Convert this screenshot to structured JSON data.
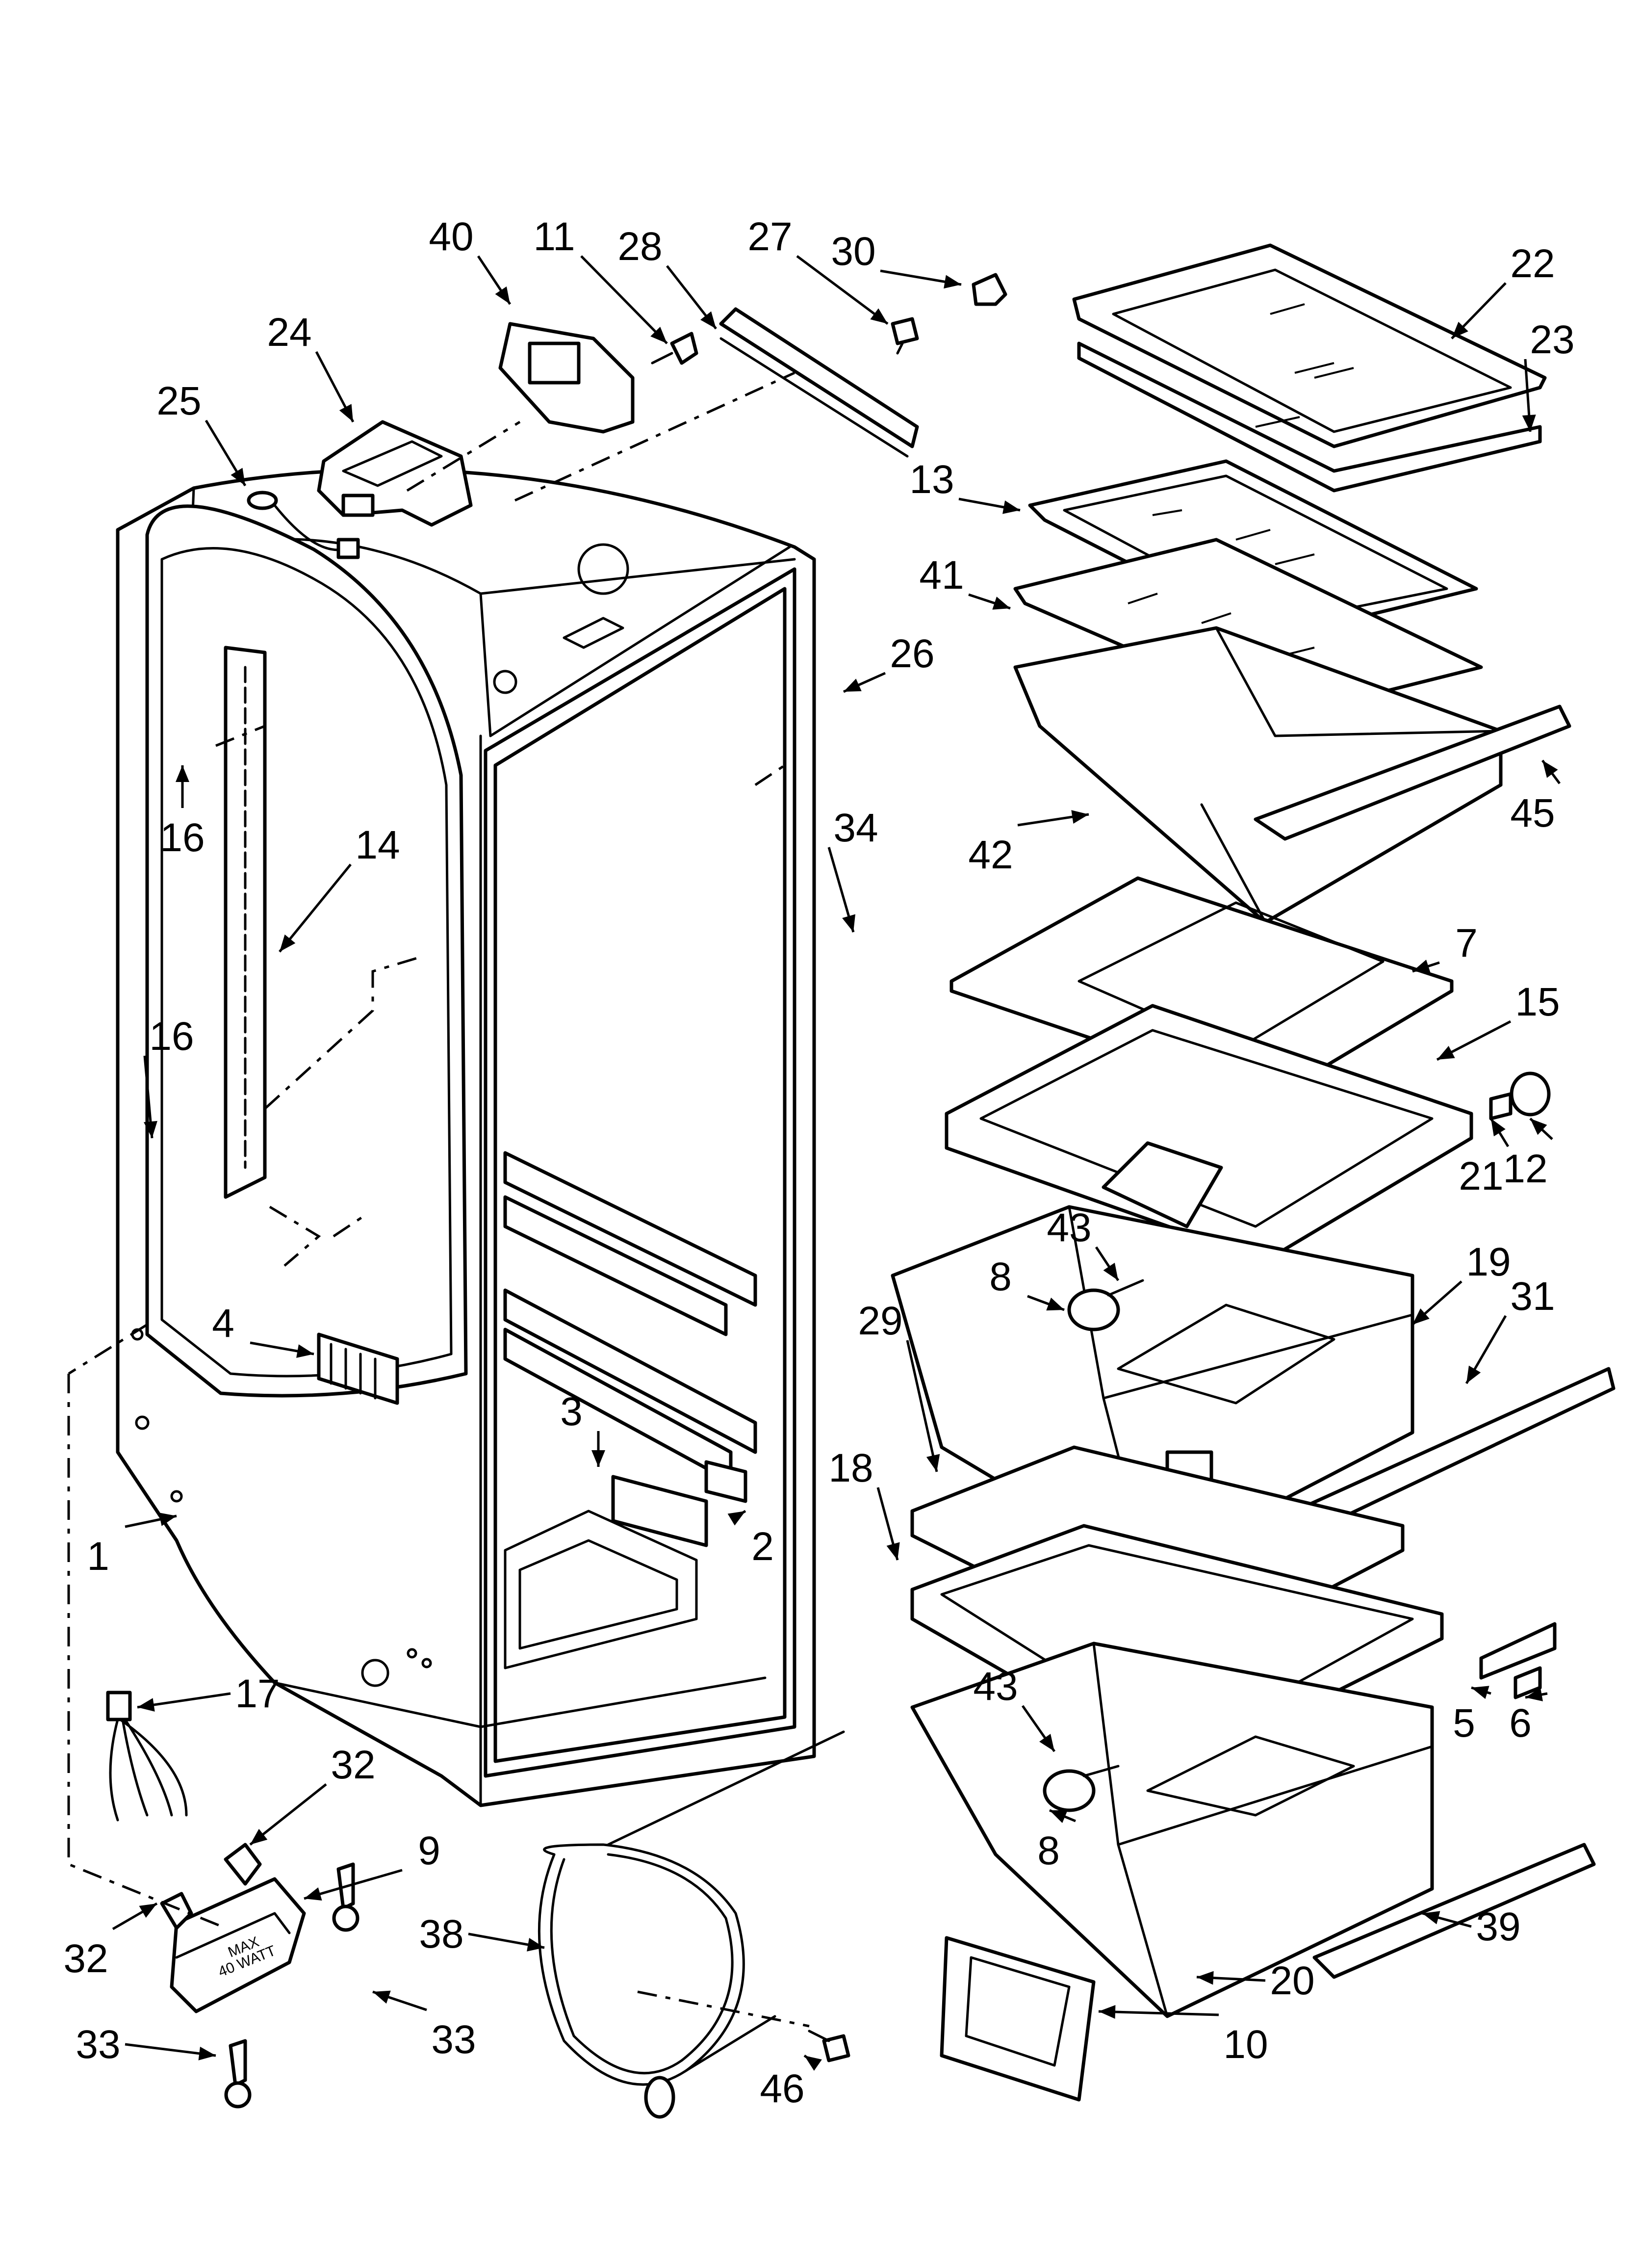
{
  "diagram": {
    "callouts": [
      {
        "label": "40"
      },
      {
        "label": "11"
      },
      {
        "label": "28"
      },
      {
        "label": "27"
      },
      {
        "label": "30"
      },
      {
        "label": "22"
      },
      {
        "label": "24"
      },
      {
        "label": "23"
      },
      {
        "label": "25"
      },
      {
        "label": "13"
      },
      {
        "label": "41"
      },
      {
        "label": "26"
      },
      {
        "label": "16"
      },
      {
        "label": "14"
      },
      {
        "label": "34"
      },
      {
        "label": "42"
      },
      {
        "label": "45"
      },
      {
        "label": "7"
      },
      {
        "label": "15"
      },
      {
        "label": "16"
      },
      {
        "label": "21"
      },
      {
        "label": "12"
      },
      {
        "label": "43"
      },
      {
        "label": "8"
      },
      {
        "label": "19"
      },
      {
        "label": "31"
      },
      {
        "label": "4"
      },
      {
        "label": "29"
      },
      {
        "label": "3"
      },
      {
        "label": "18"
      },
      {
        "label": "2"
      },
      {
        "label": "1"
      },
      {
        "label": "5"
      },
      {
        "label": "6"
      },
      {
        "label": "17"
      },
      {
        "label": "43"
      },
      {
        "label": "32"
      },
      {
        "label": "8"
      },
      {
        "label": "9"
      },
      {
        "label": "39"
      },
      {
        "label": "38"
      },
      {
        "label": "20"
      },
      {
        "label": "32"
      },
      {
        "label": "33"
      },
      {
        "label": "33"
      },
      {
        "label": "46"
      },
      {
        "label": "10"
      }
    ],
    "lamp_stamp_line1": "MAX",
    "lamp_stamp_line2": "40 WATT"
  }
}
